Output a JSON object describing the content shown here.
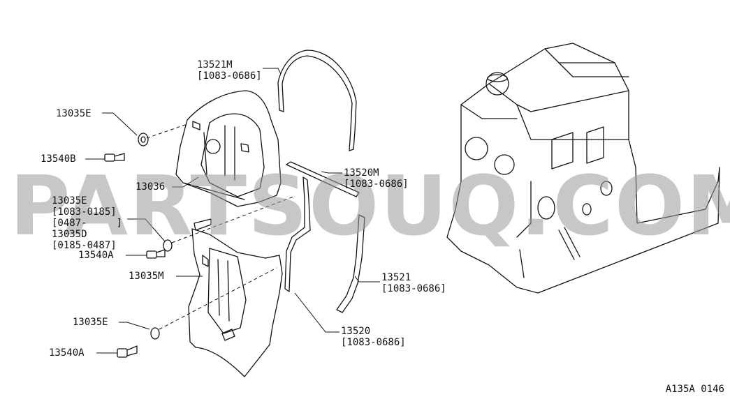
{
  "watermark": "PARTSOUQ.COM",
  "diagram_code": "A135A 0146",
  "callouts": [
    {
      "part": "13521M",
      "note": "[1083-0686]"
    },
    {
      "part": "13035E",
      "note": ""
    },
    {
      "part": "13540B",
      "note": ""
    },
    {
      "part": "13036",
      "note": ""
    },
    {
      "part": "13520M",
      "note": "[1083-0686]"
    },
    {
      "part": "13035E",
      "note": "[1083-0185]"
    },
    {
      "part": "",
      "note": "[0487-     ]"
    },
    {
      "part": "13035D",
      "note": "[0185-0487]"
    },
    {
      "part": "13540A",
      "note": ""
    },
    {
      "part": "13035M",
      "note": ""
    },
    {
      "part": "13521",
      "note": "[1083-0686]"
    },
    {
      "part": "13035E",
      "note": ""
    },
    {
      "part": "13520",
      "note": "[1083-0686]"
    },
    {
      "part": "13540A",
      "note": ""
    }
  ]
}
